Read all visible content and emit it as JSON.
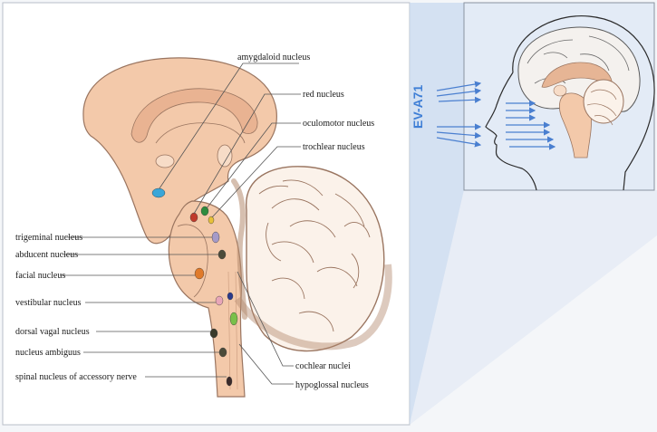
{
  "labels": {
    "amygdaloid": "amygdaloid nucleus",
    "red": "red nucleus",
    "oculomotor": "oculomotor nucleus",
    "trochlear": "trochlear nucleus",
    "trigeminal": "trigeminal nucleus",
    "abducent": "abducent nucleus",
    "facial": "facial nucleus",
    "vestibular": "vestibular nucleus",
    "dorsal_vagal": "dorsal vagal nucleus",
    "ambiguus": "nucleus ambiguus",
    "accessory": "spinal nucleus of accessory nerve",
    "cochlear": "cochlear nuclei",
    "hypoglossal": "hypoglossal nucleus"
  },
  "inset": {
    "virus_label": "EV-A71"
  },
  "colors": {
    "amygdaloid": "#3aa6d8",
    "red": "#c0392b",
    "oculomotor": "#2e8b3e",
    "trochlear": "#e7c13a",
    "trigeminal": "#a59ac8",
    "abducent": "#4b4b3a",
    "facial": "#e07a2a",
    "vestibular": "#e8a6b8",
    "vestibular2": "#2b3a8c",
    "dorsal_vagal": "#3a3a2a",
    "ambiguus": "#4b4b3a",
    "accessory": "#3a2a2a",
    "vagal2": "#7ac04a",
    "virus_text": "#3f7fd6",
    "tissue": "#f3c9aa",
    "tissue_dark": "#e2a882"
  }
}
